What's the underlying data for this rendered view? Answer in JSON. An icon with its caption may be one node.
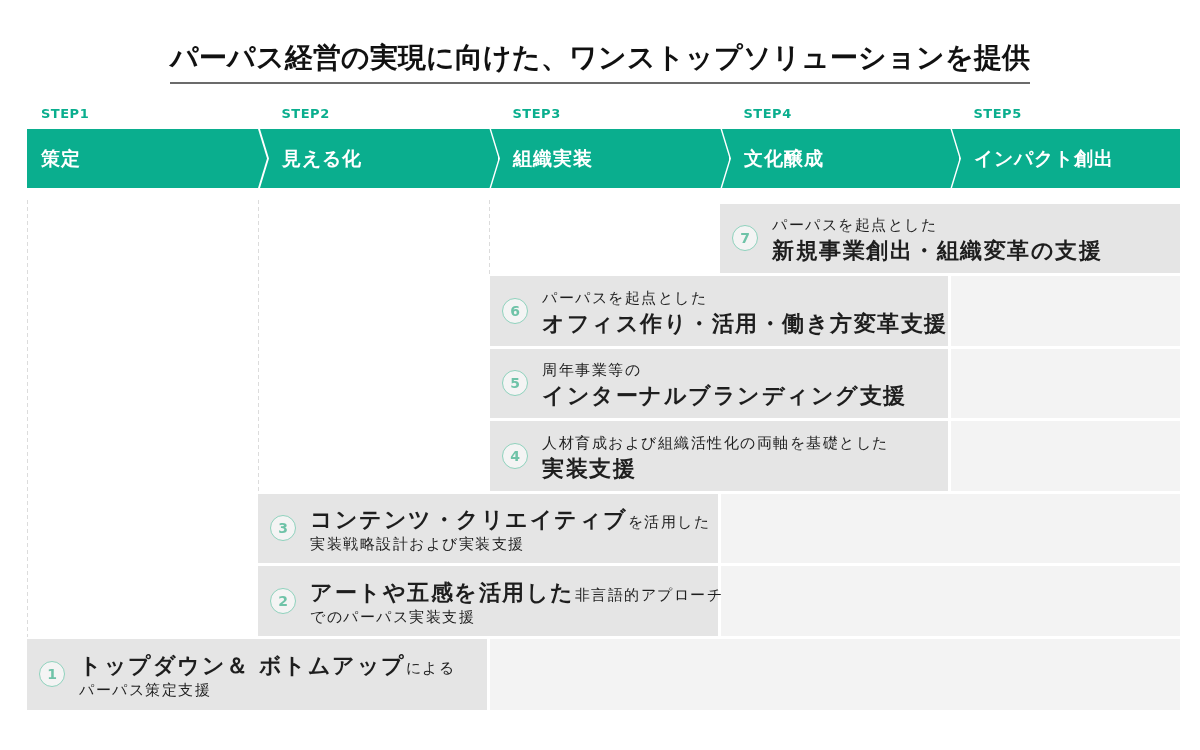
{
  "diagram": {
    "title": "パーパス経営の実現に向けた、ワンストップソリューションを提供",
    "nodes": [
      {
        "text": [
          "策定"
        ],
        "beside": [
          "STEP1"
        ]
      },
      {
        "text": [
          "見える化"
        ],
        "beside": [
          "STEP2"
        ]
      },
      {
        "text": [
          "組織実装"
        ],
        "beside": [
          "STEP3"
        ]
      },
      {
        "text": [
          "文化醸成"
        ],
        "beside": [
          "STEP4"
        ]
      },
      {
        "text": [
          "インパクト創出"
        ],
        "beside": [
          "STEP5"
        ]
      },
      {
        "text": [
          "パーパスを起点とした",
          "新規事業創出・組織変革の支援"
        ]
      },
      {
        "text": [
          "7"
        ],
        "in": 5
      },
      {
        "text": [
          "パーパスを起点とした",
          "オフィス作り・活用・働き方変革支援"
        ]
      },
      {
        "text": [
          "6"
        ],
        "in": 7
      },
      {
        "text": [],
        "shape": "box"
      },
      {
        "text": [
          "周年事業等の",
          "インターナルブランディング支援"
        ]
      },
      {
        "text": [
          "5"
        ],
        "in": 10
      },
      {
        "text": [],
        "shape": "box"
      },
      {
        "text": [
          "人材育成および組織活性化の両軸を基礎とした",
          "実装支援"
        ]
      },
      {
        "text": [
          "4"
        ],
        "in": 13
      },
      {
        "text": [],
        "shape": "box"
      },
      {
        "text": [
          "**コンテンツ・クリエイティブ**を活用した",
          "実装戦略設計および実装支援"
        ]
      },
      {
        "text": [
          "3"
        ],
        "in": 16
      },
      {
        "text": [],
        "shape": "box"
      },
      {
        "text": [
          "**アートや五感を活用した**非言語的アプローチ",
          "でのパーパス実装支援"
        ]
      },
      {
        "text": [
          "2"
        ],
        "in": 19
      },
      {
        "text": [],
        "shape": "box"
      },
      {
        "text": [
          "**トップダウン＆ ボトムアップ**による",
          "パーパス策定支援"
        ]
      },
      {
        "text": [
          "1"
        ],
        "in": 22
      },
      {
        "text": [],
        "shape": "box"
      }
    ]
  }
}
